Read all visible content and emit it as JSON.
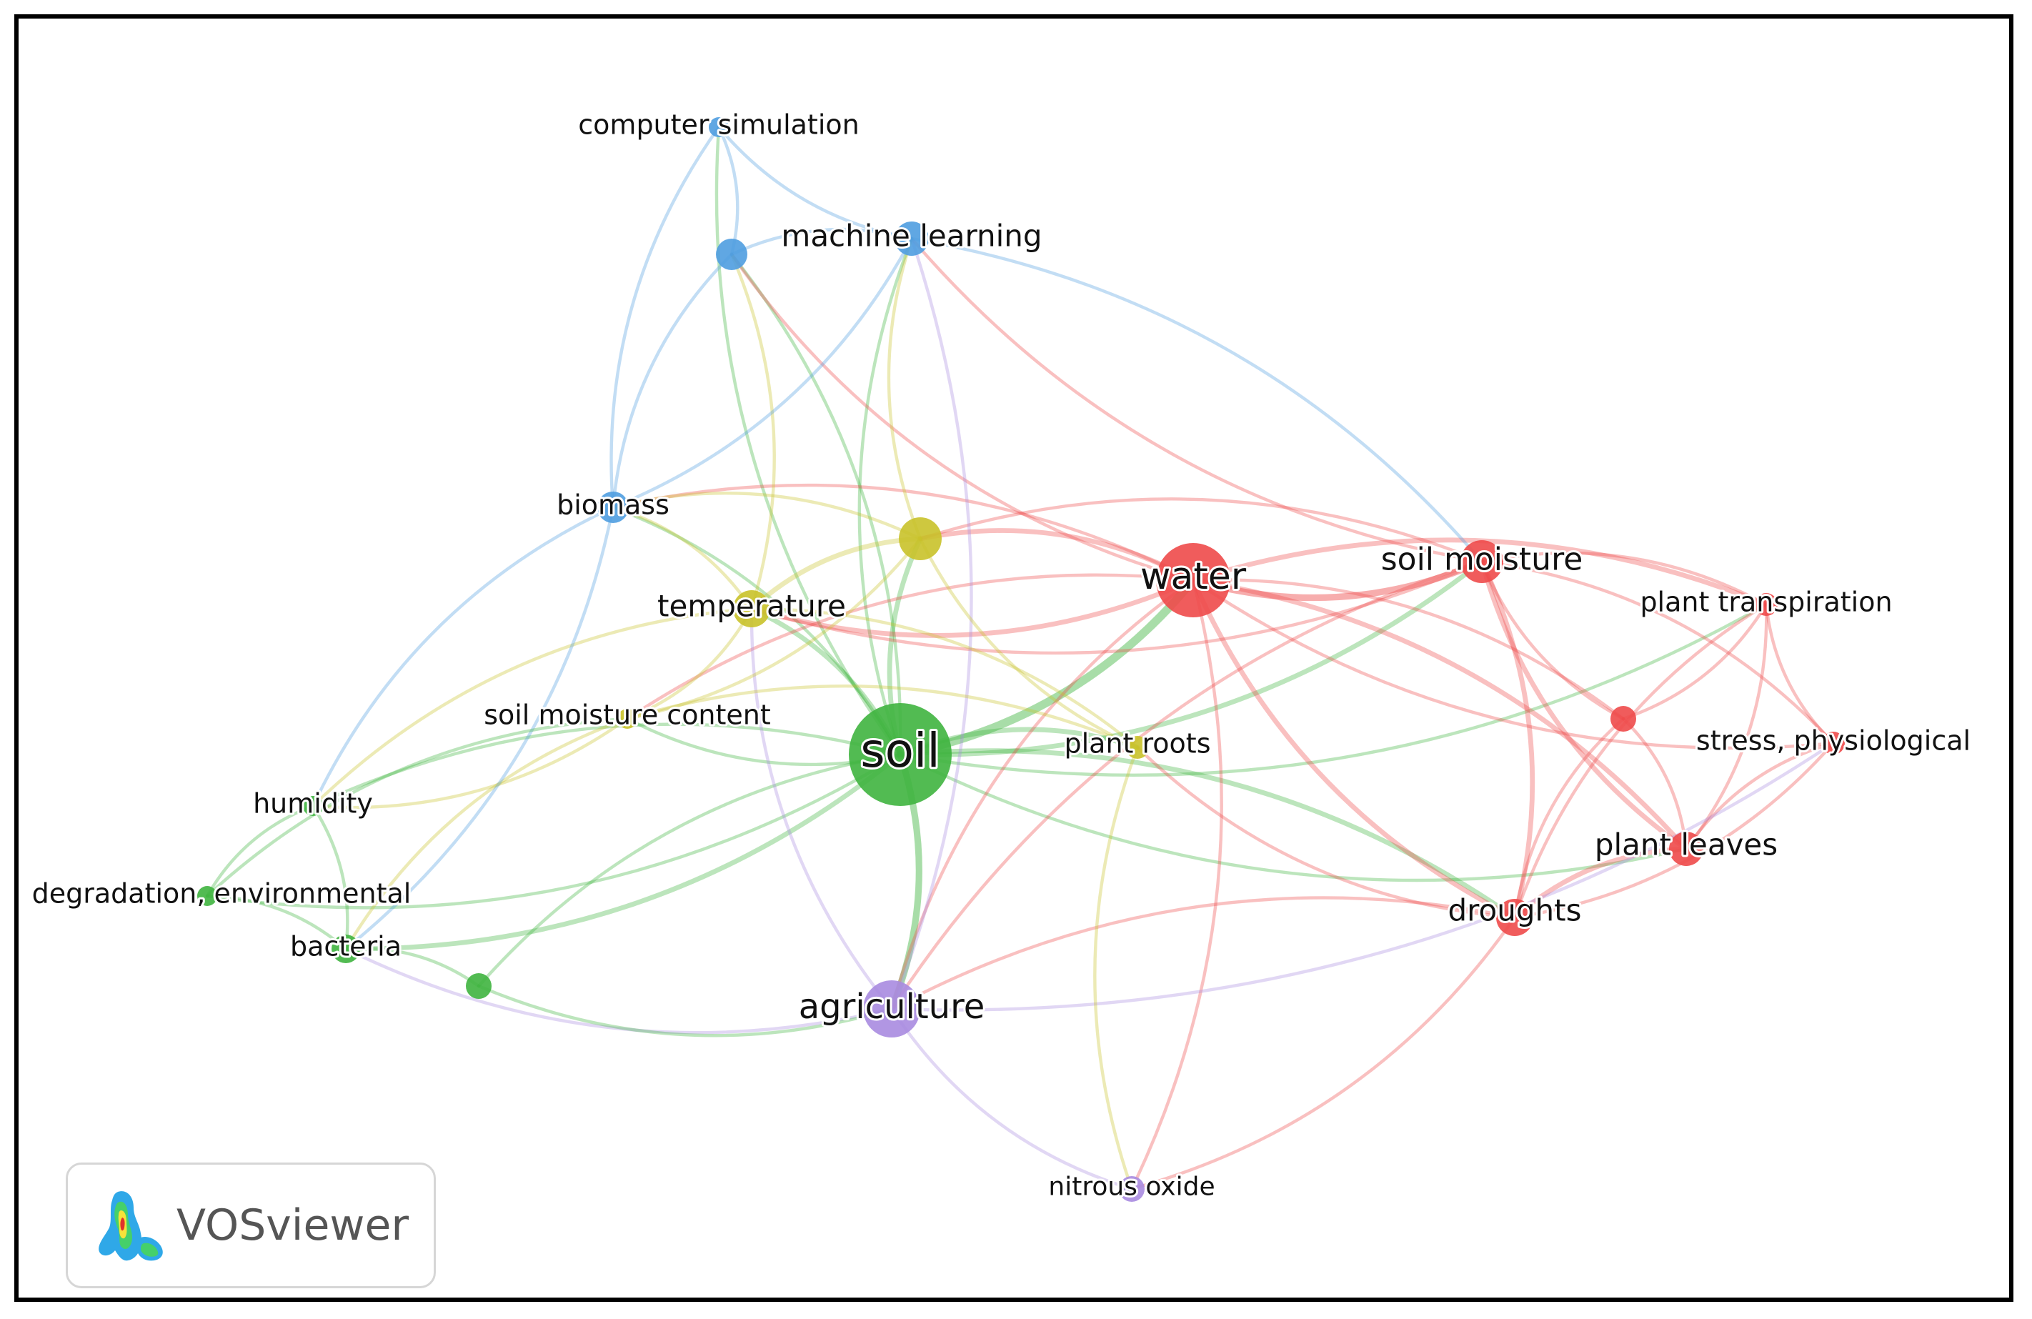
{
  "network": {
    "clusters": {
      "red": "#ee4a4a",
      "green": "#3fb43f",
      "blue": "#4f9de0",
      "yellow": "#c9c22a",
      "purple": "#a98be0"
    },
    "nodes": [
      {
        "id": "computer_simulation",
        "label": "computer simulation",
        "cluster": "blue",
        "weight": 1
      },
      {
        "id": "blue_unlabeled",
        "label": "",
        "cluster": "blue",
        "weight": 2
      },
      {
        "id": "machine_learning",
        "label": "machine learning",
        "cluster": "blue",
        "weight": 2
      },
      {
        "id": "biomass",
        "label": "biomass",
        "cluster": "blue",
        "weight": 2
      },
      {
        "id": "yellow_unlabeled",
        "label": "",
        "cluster": "yellow",
        "weight": 3
      },
      {
        "id": "temperature",
        "label": "temperature",
        "cluster": "yellow",
        "weight": 3
      },
      {
        "id": "soil_moisture_content",
        "label": "soil moisture content",
        "cluster": "yellow",
        "weight": 1
      },
      {
        "id": "plant_roots",
        "label": "plant roots",
        "cluster": "yellow",
        "weight": 1
      },
      {
        "id": "water",
        "label": "water",
        "cluster": "red",
        "weight": 5
      },
      {
        "id": "soil_moisture",
        "label": "soil moisture",
        "cluster": "red",
        "weight": 3
      },
      {
        "id": "plant_transpiration",
        "label": "plant transpiration",
        "cluster": "red",
        "weight": 1
      },
      {
        "id": "red_unlabeled",
        "label": "",
        "cluster": "red",
        "weight": 1
      },
      {
        "id": "stress_physiological",
        "label": "stress, physiological",
        "cluster": "red",
        "weight": 1
      },
      {
        "id": "plant_leaves",
        "label": "plant leaves",
        "cluster": "red",
        "weight": 2
      },
      {
        "id": "droughts",
        "label": "droughts",
        "cluster": "red",
        "weight": 2
      },
      {
        "id": "soil",
        "label": "soil",
        "cluster": "green",
        "weight": 6
      },
      {
        "id": "humidity",
        "label": "humidity",
        "cluster": "green",
        "weight": 1
      },
      {
        "id": "degradation_environmental",
        "label": "degradation, environmental",
        "cluster": "green",
        "weight": 1
      },
      {
        "id": "bacteria",
        "label": "bacteria",
        "cluster": "green",
        "weight": 2
      },
      {
        "id": "green_unlabeled",
        "label": "",
        "cluster": "green",
        "weight": 1
      },
      {
        "id": "agriculture",
        "label": "agriculture",
        "cluster": "purple",
        "weight": 4
      },
      {
        "id": "nitrous_oxide",
        "label": "nitrous oxide",
        "cluster": "purple",
        "weight": 1
      }
    ],
    "links": [
      [
        "soil",
        "water",
        4
      ],
      [
        "soil",
        "agriculture",
        3
      ],
      [
        "soil",
        "temperature",
        2
      ],
      [
        "soil",
        "yellow_unlabeled",
        2
      ],
      [
        "soil",
        "soil_moisture",
        2
      ],
      [
        "soil",
        "droughts",
        2
      ],
      [
        "soil",
        "plant_leaves",
        1
      ],
      [
        "soil",
        "plant_roots",
        2
      ],
      [
        "soil",
        "humidity",
        1
      ],
      [
        "soil",
        "bacteria",
        2
      ],
      [
        "soil",
        "green_unlabeled",
        1
      ],
      [
        "soil",
        "degradation_environmental",
        1
      ],
      [
        "soil",
        "biomass",
        1
      ],
      [
        "soil",
        "machine_learning",
        1
      ],
      [
        "soil",
        "blue_unlabeled",
        1
      ],
      [
        "soil",
        "soil_moisture_content",
        1
      ],
      [
        "soil",
        "plant_transpiration",
        1
      ],
      [
        "soil",
        "computer_simulation",
        1
      ],
      [
        "water",
        "soil_moisture",
        3
      ],
      [
        "water",
        "plant_transpiration",
        2
      ],
      [
        "water",
        "droughts",
        2
      ],
      [
        "water",
        "plant_leaves",
        2
      ],
      [
        "water",
        "stress_physiological",
        1
      ],
      [
        "water",
        "temperature",
        2
      ],
      [
        "water",
        "yellow_unlabeled",
        2
      ],
      [
        "water",
        "nitrous_oxide",
        1
      ],
      [
        "water",
        "agriculture",
        1
      ],
      [
        "water",
        "blue_unlabeled",
        1
      ],
      [
        "water",
        "biomass",
        1
      ],
      [
        "water",
        "red_unlabeled",
        1
      ],
      [
        "water",
        "soil_moisture_content",
        1
      ],
      [
        "soil_moisture",
        "droughts",
        2
      ],
      [
        "soil_moisture",
        "plant_leaves",
        2
      ],
      [
        "soil_moisture",
        "plant_transpiration",
        1
      ],
      [
        "soil_moisture",
        "red_unlabeled",
        1
      ],
      [
        "soil_moisture",
        "stress_physiological",
        1
      ],
      [
        "soil_moisture",
        "yellow_unlabeled",
        1
      ],
      [
        "soil_moisture",
        "machine_learning",
        1
      ],
      [
        "soil_moisture",
        "agriculture",
        1
      ],
      [
        "soil_moisture",
        "temperature",
        1
      ],
      [
        "plant_transpiration",
        "stress_physiological",
        1
      ],
      [
        "plant_transpiration",
        "plant_leaves",
        1
      ],
      [
        "plant_transpiration",
        "droughts",
        1
      ],
      [
        "plant_transpiration",
        "red_unlabeled",
        1
      ],
      [
        "plant_leaves",
        "droughts",
        2
      ],
      [
        "plant_leaves",
        "stress_physiological",
        1
      ],
      [
        "plant_leaves",
        "red_unlabeled",
        1
      ],
      [
        "droughts",
        "red_unlabeled",
        1
      ],
      [
        "droughts",
        "stress_physiological",
        1
      ],
      [
        "droughts",
        "plant_roots",
        1
      ],
      [
        "droughts",
        "agriculture",
        1
      ],
      [
        "droughts",
        "nitrous_oxide",
        1
      ],
      [
        "agriculture",
        "nitrous_oxide",
        1
      ],
      [
        "agriculture",
        "bacteria",
        1
      ],
      [
        "agriculture",
        "machine_learning",
        1
      ],
      [
        "agriculture",
        "temperature",
        1
      ],
      [
        "agriculture",
        "stress_physiological",
        1
      ],
      [
        "temperature",
        "yellow_unlabeled",
        2
      ],
      [
        "temperature",
        "biomass",
        1
      ],
      [
        "temperature",
        "soil_moisture_content",
        1
      ],
      [
        "temperature",
        "humidity",
        1
      ],
      [
        "temperature",
        "plant_roots",
        1
      ],
      [
        "temperature",
        "blue_unlabeled",
        1
      ],
      [
        "yellow_unlabeled",
        "soil_moisture_content",
        1
      ],
      [
        "yellow_unlabeled",
        "plant_roots",
        1
      ],
      [
        "yellow_unlabeled",
        "machine_learning",
        1
      ],
      [
        "yellow_unlabeled",
        "biomass",
        1
      ],
      [
        "soil_moisture_content",
        "humidity",
        1
      ],
      [
        "soil_moisture_content",
        "bacteria",
        1
      ],
      [
        "soil_moisture_content",
        "plant_roots",
        1
      ],
      [
        "plant_roots",
        "nitrous_oxide",
        1
      ],
      [
        "biomass",
        "blue_unlabeled",
        1
      ],
      [
        "biomass",
        "machine_learning",
        1
      ],
      [
        "biomass",
        "computer_simulation",
        1
      ],
      [
        "biomass",
        "humidity",
        1
      ],
      [
        "biomass",
        "bacteria",
        1
      ],
      [
        "machine_learning",
        "blue_unlabeled",
        1
      ],
      [
        "machine_learning",
        "computer_simulation",
        1
      ],
      [
        "blue_unlabeled",
        "computer_simulation",
        1
      ],
      [
        "machine_learning",
        "soil_moisture",
        1
      ],
      [
        "humidity",
        "degradation_environmental",
        1
      ],
      [
        "humidity",
        "bacteria",
        1
      ],
      [
        "bacteria",
        "degradation_environmental",
        1
      ],
      [
        "bacteria",
        "green_unlabeled",
        1
      ],
      [
        "green_unlabeled",
        "agriculture",
        1
      ],
      [
        "degradation_environmental",
        "soil_moisture_content",
        1
      ]
    ]
  },
  "logo": {
    "text": "VOSviewer"
  }
}
